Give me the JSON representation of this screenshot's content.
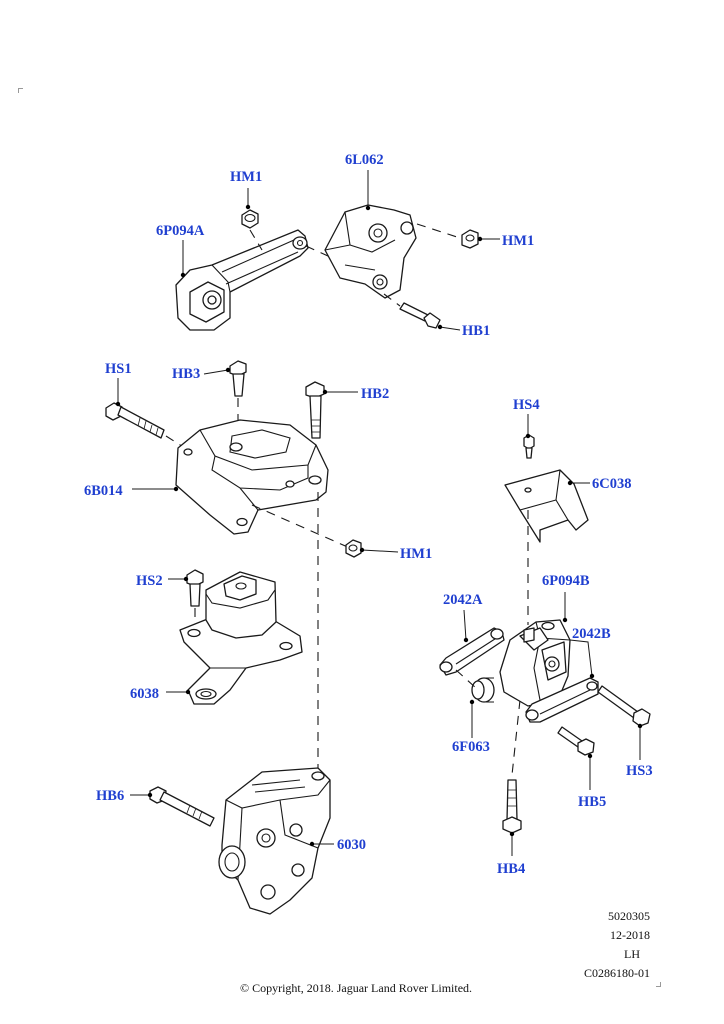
{
  "colors": {
    "callout": "#1f3fd0",
    "line": "#1a1a1a"
  },
  "callouts": {
    "HM1_top": "HM1",
    "L6L062": "6L062",
    "P6P094A": "6P094A",
    "HM1_right": "HM1",
    "HB1": "HB1",
    "HS1": "HS1",
    "HB3": "HB3",
    "HB2": "HB2",
    "B6B014": "6B014",
    "HM1_mid": "HM1",
    "HS2": "HS2",
    "P6038": "6038",
    "HS4": "HS4",
    "C6C038": "6C038",
    "P6P094B": "6P094B",
    "P2042A": "2042A",
    "P2042B": "2042B",
    "F6F063": "6F063",
    "HS3": "HS3",
    "HB5": "HB5",
    "HB4": "HB4",
    "HB6": "HB6",
    "P6030": "6030"
  },
  "meta": {
    "ref1": "5020305",
    "date": "12-2018",
    "side": "LH",
    "code": "C0286180-01"
  },
  "copyright": "© Copyright, 2018. Jaguar Land Rover Limited."
}
